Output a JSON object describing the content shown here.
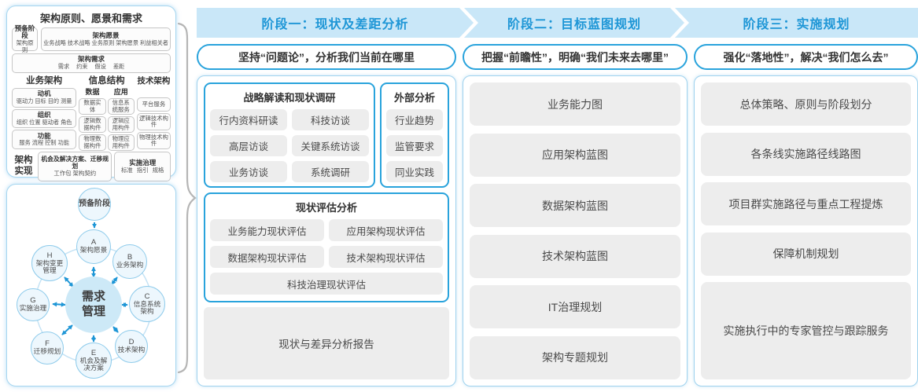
{
  "colors": {
    "banner_bg": "#c9e7f8",
    "banner_text": "#1e96d6",
    "accent_border": "#29a3dc",
    "panel_border": "#a6d6f0",
    "item_bg": "#ededed",
    "arrow_blue": "#1e96d6",
    "circle_fill": "#cde9f7",
    "brace_gray": "#b5b5b5"
  },
  "left_panel": {
    "title": "架构原则、愿景和需求",
    "prep_stage": {
      "title": "预备阶段",
      "subtitle": "架构原则"
    },
    "vision": {
      "title": "架构愿景",
      "items": "业务战略 技术战略 业务原则 架构愿景 利益相关者"
    },
    "requirements": {
      "title": "架构需求",
      "items": "需求 约束 假设 差距"
    },
    "business": {
      "title": "业务架构",
      "boxes": [
        {
          "title": "动机",
          "text": "驱动力 目标 目的 测量"
        },
        {
          "title": "组织",
          "text": "组织 位置 驱动者 角色"
        },
        {
          "title": "功能",
          "text": "服务 流程 控制 功能"
        }
      ]
    },
    "information": {
      "title": "信息结构",
      "data": {
        "title": "数据",
        "items": [
          "数据实体",
          "逻辑数据构件",
          "物理数据构件"
        ]
      },
      "app": {
        "title": "应用",
        "items": [
          "信息系统服务",
          "逻辑应用构件",
          "物理应用构件"
        ]
      }
    },
    "technology": {
      "title": "技术架构",
      "items": [
        "平台服务",
        "逻辑技术构件",
        "物理技术构件"
      ]
    },
    "realization": {
      "label": "架构实现",
      "opportunities": {
        "title": "机会及解决方案、迁移规划",
        "text": "工作包 架构契约"
      },
      "governance": {
        "title": "实施治理",
        "text": "标准 指引 规格"
      }
    }
  },
  "adm": {
    "prep": "预备阶段",
    "center": "需求管理",
    "nodes": [
      {
        "id": "A",
        "label": "架构愿景"
      },
      {
        "id": "B",
        "label": "业务架构"
      },
      {
        "id": "C",
        "label": "信息系统架构"
      },
      {
        "id": "D",
        "label": "技术架构"
      },
      {
        "id": "E",
        "label": "机会及解决方案"
      },
      {
        "id": "F",
        "label": "迁移规划"
      },
      {
        "id": "G",
        "label": "实施治理"
      },
      {
        "id": "H",
        "label": "架构变更管理"
      }
    ]
  },
  "phases": [
    {
      "banner": "阶段一：现状及差距分析",
      "subtitle": "坚持“问题论”，分析我们当前在哪里"
    },
    {
      "banner": "阶段二：目标蓝图规划",
      "subtitle": "把握“前瞻性”，明确“我们未来去哪里”",
      "items": [
        "业务能力图",
        "应用架构蓝图",
        "数据架构蓝图",
        "技术架构蓝图",
        "IT治理规划",
        "架构专题规划"
      ]
    },
    {
      "banner": "阶段三：实施规划",
      "subtitle": "强化“落地性”，解决“我们怎么去”",
      "items": [
        "总体策略、原则与阶段划分",
        "各条线实施路径线路图",
        "项目群实施路径与重点工程提炼",
        "保障机制规划",
        "实施执行中的专家管控与跟踪服务"
      ]
    }
  ],
  "phase1": {
    "strategy": {
      "title": "战略解读和现状调研",
      "items": [
        "行内资料研读",
        "科技访谈",
        "高层访谈",
        "关键系统访谈",
        "业务访谈",
        "系统调研"
      ]
    },
    "external": {
      "title": "外部分析",
      "items": [
        "行业趋势",
        "监管要求",
        "同业实践"
      ]
    },
    "assessment": {
      "title": "现状评估分析",
      "items": [
        "业务能力现状评估",
        "应用架构现状评估",
        "数据架构现状评估",
        "技术架构现状评估",
        "科技治理现状评估"
      ]
    },
    "report": "现状与差异分析报告"
  }
}
